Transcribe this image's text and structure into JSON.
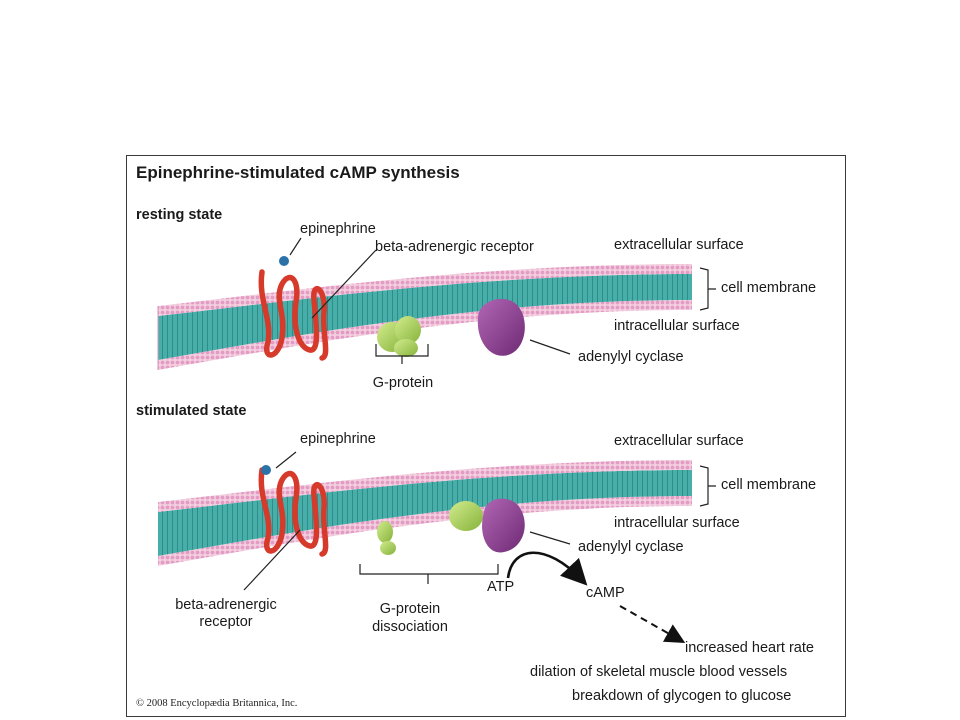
{
  "title": "Epinephrine-stimulated cAMP synthesis",
  "colors": {
    "membrane_core": "#3ea9a3",
    "membrane_head": "#e8a3c7",
    "receptor": "#d63a2a",
    "g_protein": "#a7cf58",
    "adenylyl_cyclase": "#8a3f8e",
    "epinephrine": "#2a72a8"
  },
  "resting": {
    "heading": "resting state",
    "epinephrine": "epinephrine",
    "receptor": "beta-adrenergic receptor",
    "extracellular": "extracellular surface",
    "cell_membrane": "cell membrane",
    "intracellular": "intracellular surface",
    "adenylyl_cyclase": "adenylyl cyclase",
    "g_protein": "G-protein"
  },
  "stimulated": {
    "heading": "stimulated state",
    "epinephrine": "epinephrine",
    "extracellular": "extracellular surface",
    "cell_membrane": "cell membrane",
    "intracellular": "intracellular surface",
    "adenylyl_cyclase": "adenylyl cyclase",
    "receptor_line1": "beta-adrenergic",
    "receptor_line2": "receptor",
    "g_protein_line1": "G-protein",
    "g_protein_line2": "dissociation",
    "atp": "ATP",
    "camp": "cAMP"
  },
  "effects": [
    "increased heart rate",
    "dilation of skeletal muscle blood vessels",
    "breakdown of glycogen to glucose"
  ],
  "copyright": "© 2008 Encyclopædia Britannica, Inc."
}
